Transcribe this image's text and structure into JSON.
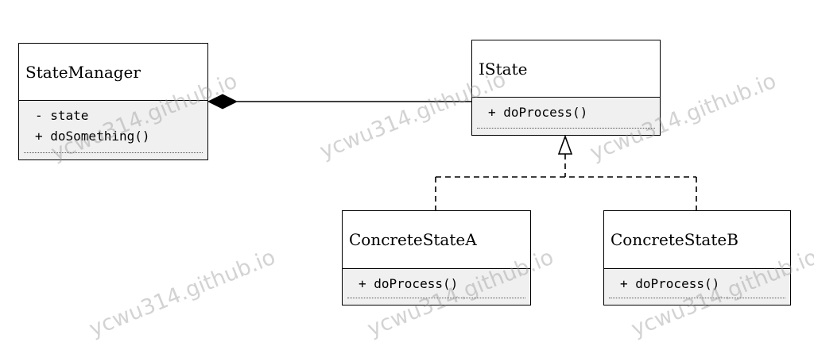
{
  "diagram": {
    "classes": {
      "state_manager": {
        "name": "StateManager",
        "members": [
          "- state",
          "+ doSomething()"
        ]
      },
      "istate": {
        "name": "IState",
        "members": [
          "+ doProcess()"
        ]
      },
      "concrete_a": {
        "name": "ConcreteStateA",
        "members": [
          "+ doProcess()"
        ]
      },
      "concrete_b": {
        "name": "ConcreteStateB",
        "members": [
          "+ doProcess()"
        ]
      }
    },
    "relations": [
      {
        "type": "composition",
        "from": "StateManager",
        "to": "IState"
      },
      {
        "type": "realization",
        "from": "ConcreteStateA",
        "to": "IState"
      },
      {
        "type": "realization",
        "from": "ConcreteStateB",
        "to": "IState"
      }
    ]
  },
  "watermark": "ycwu314.github.io"
}
